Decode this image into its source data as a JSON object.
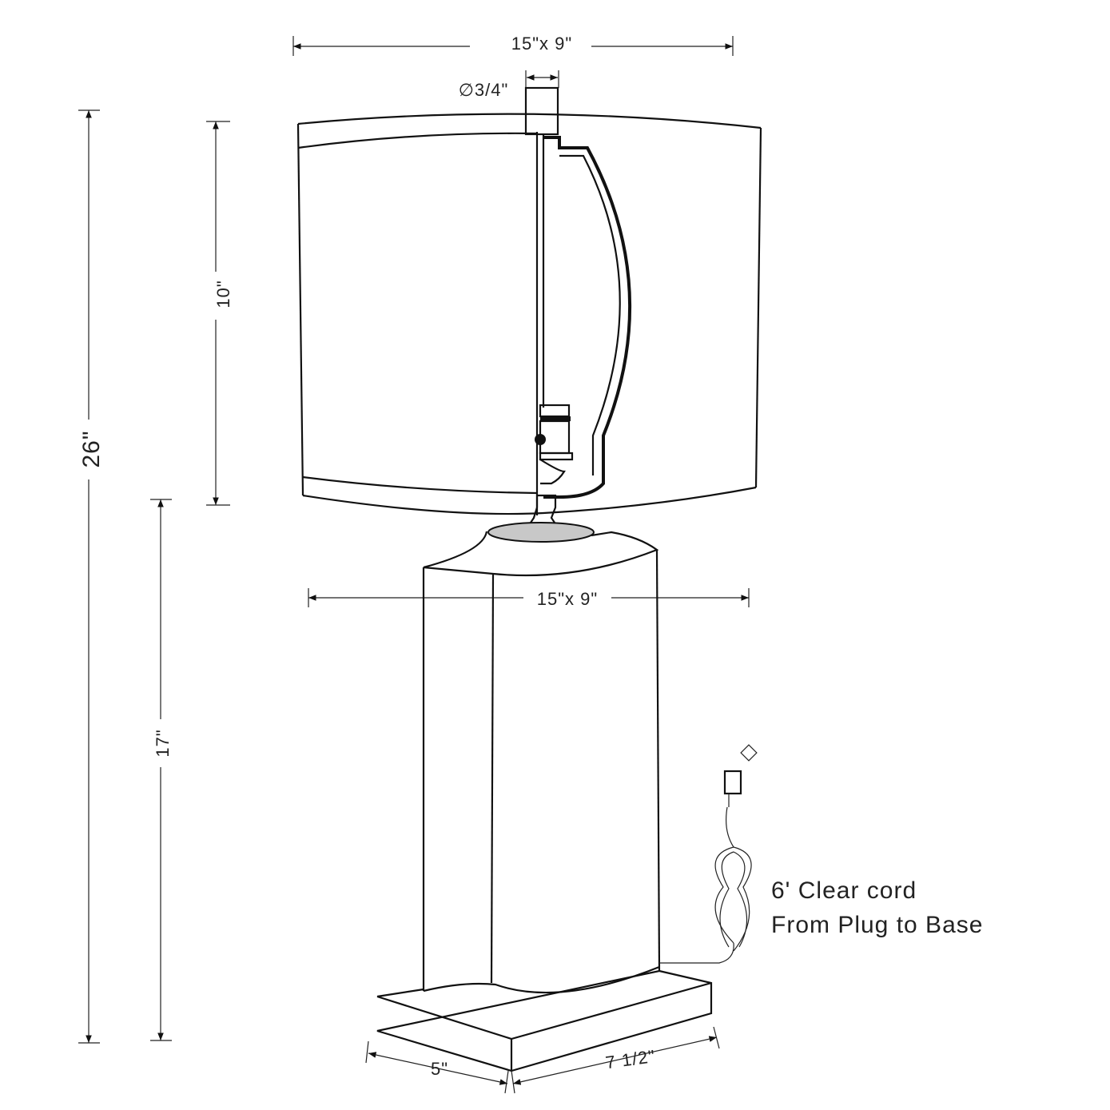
{
  "dimensions": {
    "shade_size": "15\"x 9\"",
    "fitter_diameter": "∅3/4\"",
    "shade_height": "10\"",
    "total_height": "26\"",
    "base_height": "17\"",
    "base_size": "15\"x 9\"",
    "plinth_depth": "5\"",
    "plinth_width": "7 1/2\""
  },
  "cord_note": {
    "line1": "6' Clear cord",
    "line2": "From Plug to Base"
  }
}
